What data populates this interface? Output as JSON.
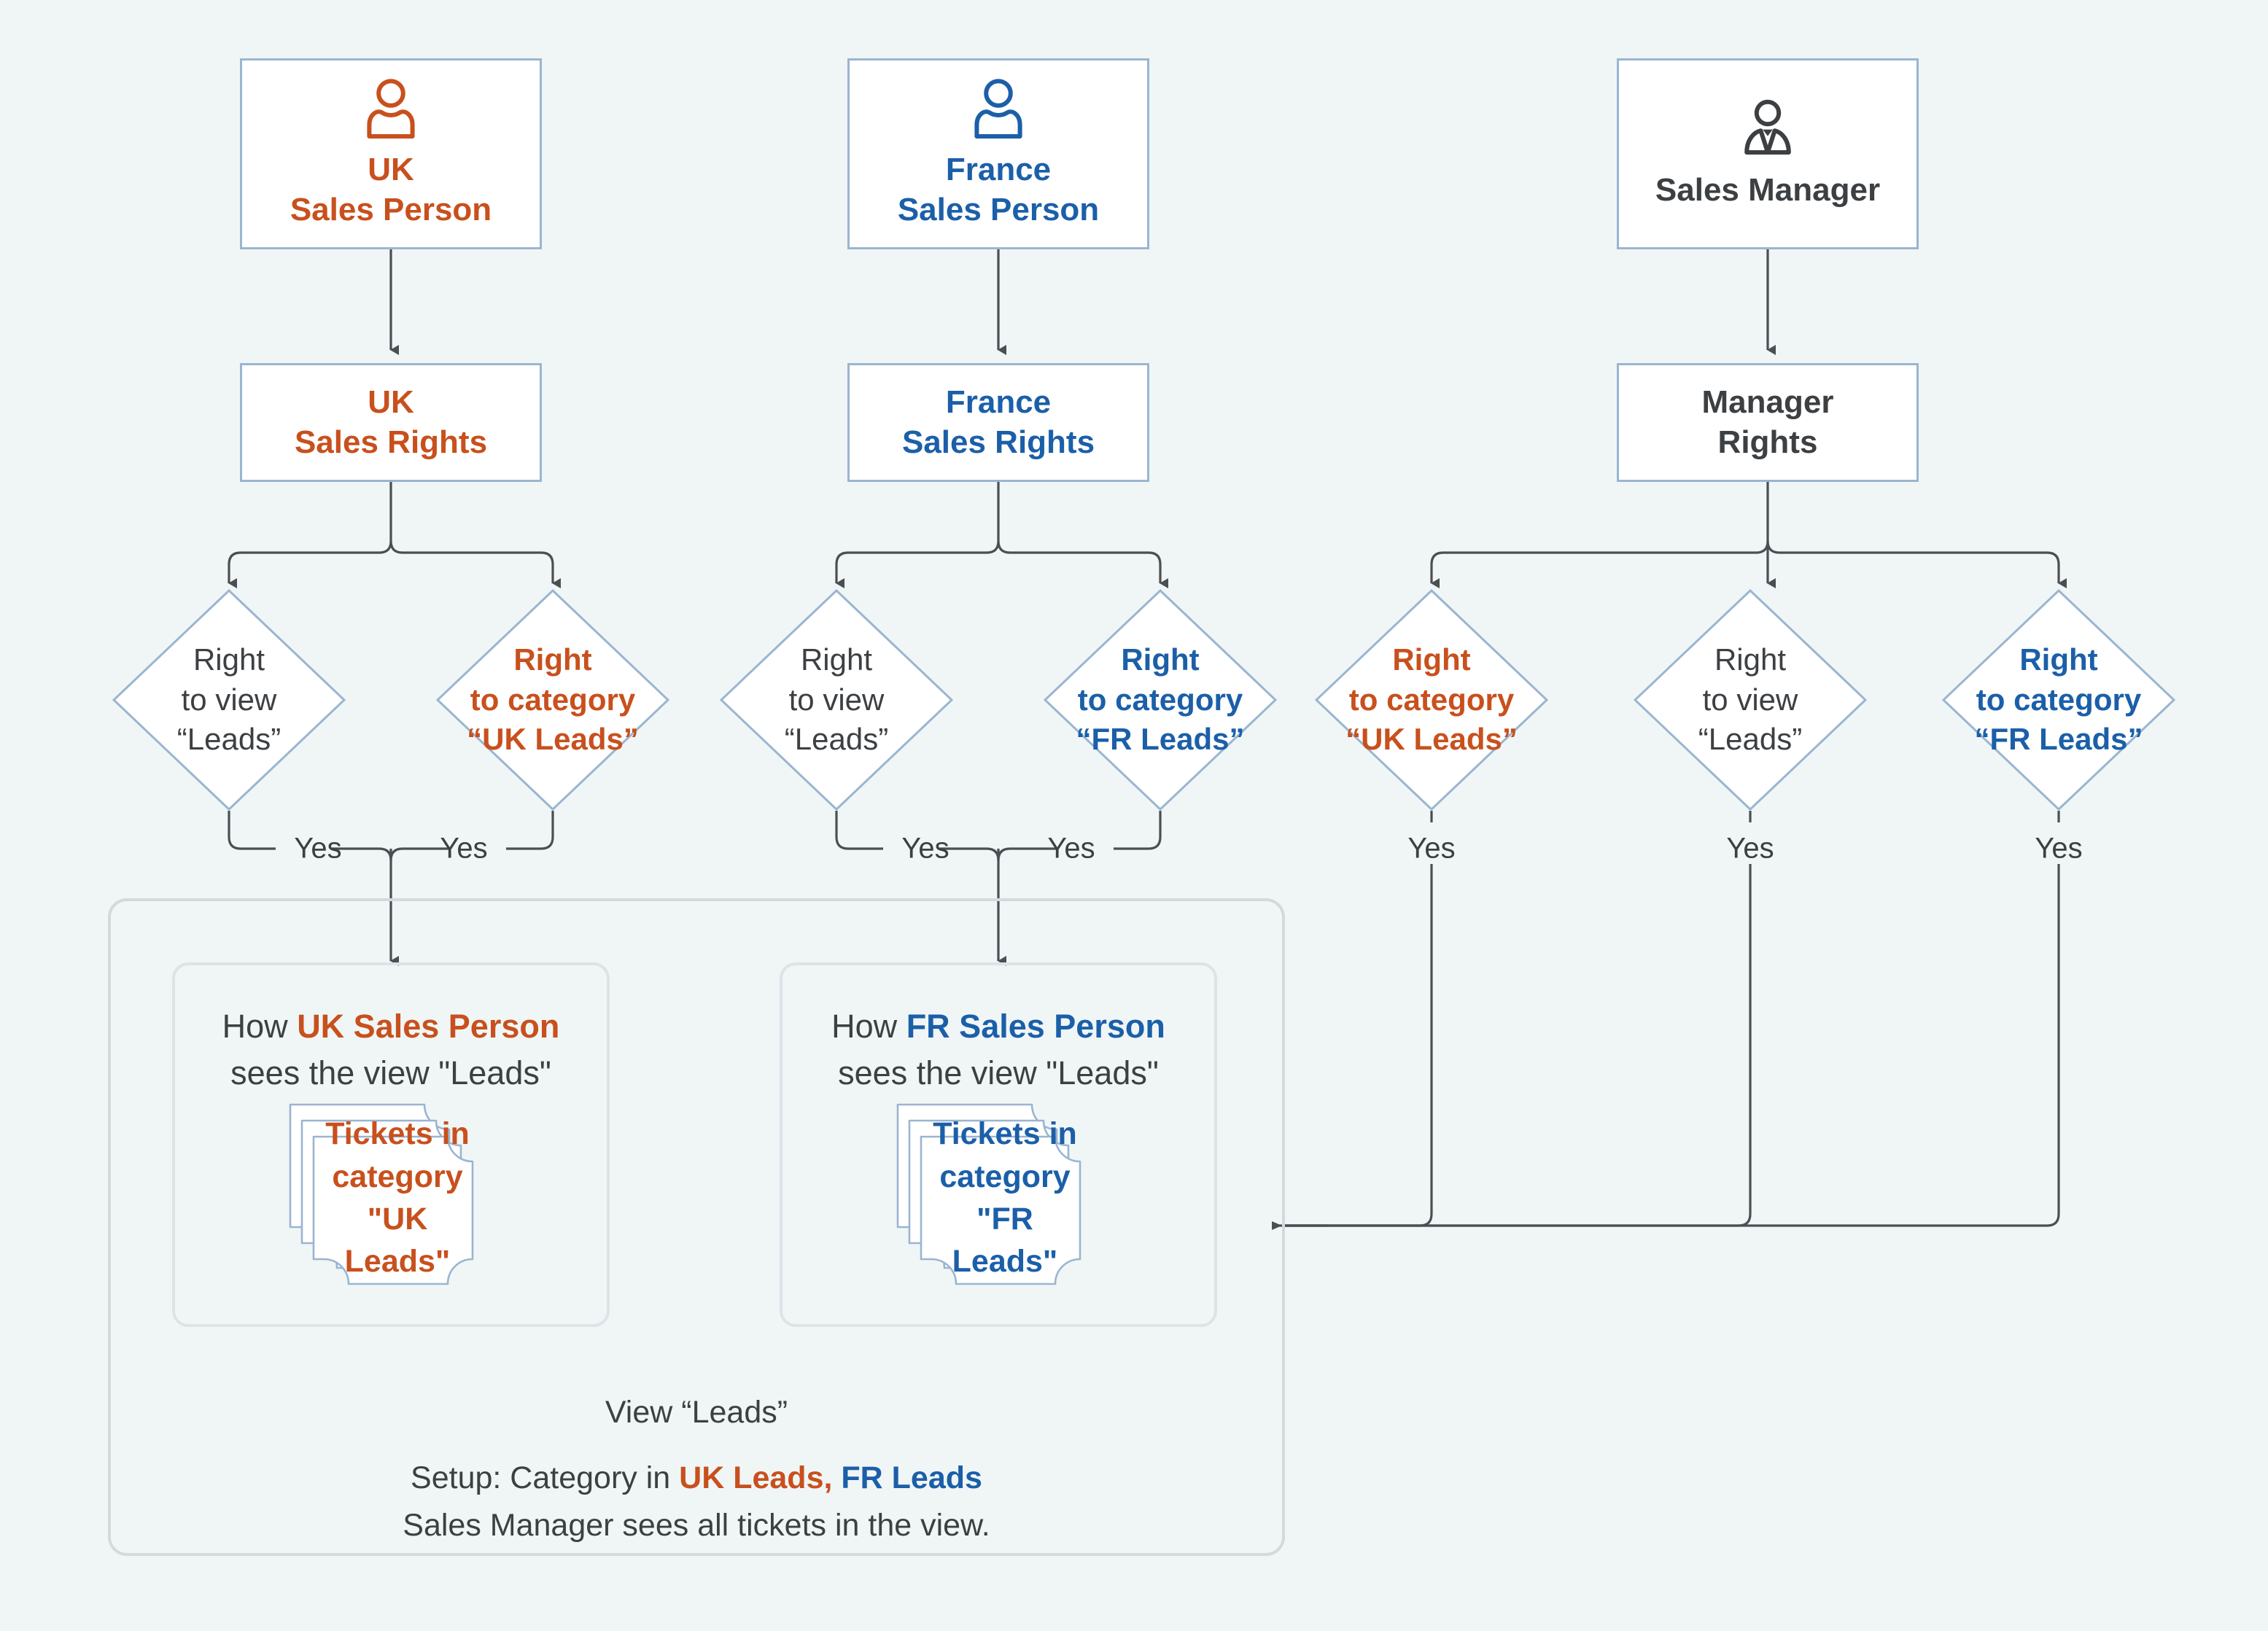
{
  "colors": {
    "background": "#f0f6f6",
    "orange": "#c8501d",
    "blue": "#1b5fa8",
    "dark": "#3d4043",
    "box_border": "#9ab5d1",
    "panel_border": "#d3dadd",
    "connector": "#4a4f54"
  },
  "roles": [
    {
      "id": "uk-sales-person",
      "line1": "UK",
      "line2": "Sales Person",
      "icon": "person-icon",
      "color": "#c8501d"
    },
    {
      "id": "france-sales-person",
      "line1": "France",
      "line2": "Sales Person",
      "icon": "person-icon",
      "color": "#1b5fa8"
    },
    {
      "id": "sales-manager",
      "line1": "Sales Manager",
      "line2": "",
      "icon": "person-suit-tie-icon",
      "color": "#3d4043"
    }
  ],
  "rights": [
    {
      "id": "uk-sales-rights",
      "line1": "UK",
      "line2": "Sales Rights",
      "color": "#c8501d"
    },
    {
      "id": "france-sales-rights",
      "line1": "France",
      "line2": "Sales Rights",
      "color": "#1b5fa8"
    },
    {
      "id": "manager-rights",
      "line1": "Manager",
      "line2": "Rights",
      "color": "#3d4043"
    }
  ],
  "conditions": [
    {
      "id": "uk-right-to-view",
      "line1": "Right",
      "line2": "to view",
      "line3": "“Leads”",
      "style": "plain",
      "color": "#3d4043"
    },
    {
      "id": "uk-right-to-category",
      "line1": "Right",
      "line2": "to category",
      "line3": "“UK Leads”",
      "style": "bold",
      "color": "#c8501d"
    },
    {
      "id": "fr-right-to-view",
      "line1": "Right",
      "line2": "to view",
      "line3": "“Leads”",
      "style": "plain",
      "color": "#3d4043"
    },
    {
      "id": "fr-right-to-category",
      "line1": "Right",
      "line2": "to category",
      "line3": "“FR Leads”",
      "style": "bold",
      "color": "#1b5fa8"
    },
    {
      "id": "mgr-right-to-category-uk",
      "line1": "Right",
      "line2": "to category",
      "line3": "“UK Leads”",
      "style": "bold",
      "color": "#c8501d"
    },
    {
      "id": "mgr-right-to-view",
      "line1": "Right",
      "line2": "to view",
      "line3": "“Leads”",
      "style": "plain",
      "color": "#3d4043"
    },
    {
      "id": "mgr-right-to-category-fr",
      "line1": "Right",
      "line2": "to category",
      "line3": "“FR Leads”",
      "style": "bold",
      "color": "#1b5fa8"
    }
  ],
  "edge_labels": {
    "yes": "Yes"
  },
  "view_panel": {
    "cards": [
      {
        "id": "uk-view-card",
        "head_prefix": "How ",
        "head_actor": "UK Sales Person",
        "head_suffix": "sees the view \"Leads\"",
        "actor_color": "#c8501d",
        "ticket_line1": "Tickets in",
        "ticket_line2": "category",
        "ticket_line3": "\"UK Leads\"",
        "ticket_color": "#c8501d"
      },
      {
        "id": "fr-view-card",
        "head_prefix": "How ",
        "head_actor": "FR Sales Person",
        "head_suffix": "sees the view \"Leads\"",
        "actor_color": "#1b5fa8",
        "ticket_line1": "Tickets in",
        "ticket_line2": "category",
        "ticket_line3": "\"FR Leads\"",
        "ticket_color": "#1b5fa8"
      }
    ],
    "view_title": "View “Leads”",
    "setup_prefix": "Setup: Category in ",
    "setup_uk": "UK Leads,",
    "setup_fr": " FR Leads",
    "manager_note": "Sales Manager sees all tickets in the view."
  }
}
